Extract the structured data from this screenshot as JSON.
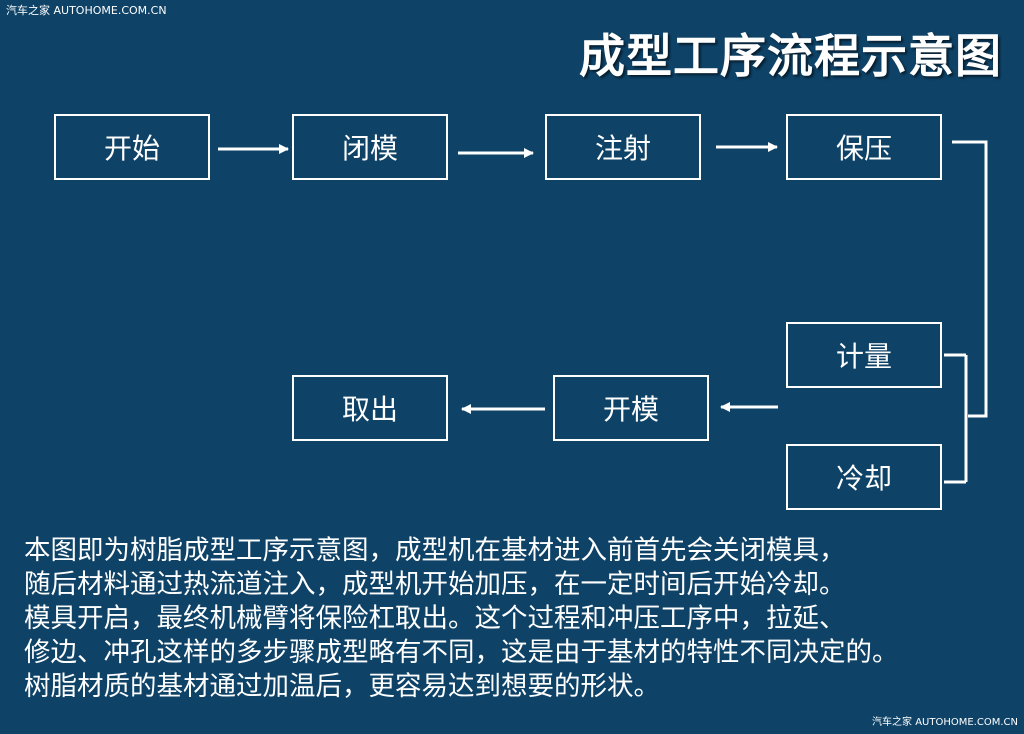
{
  "watermark": {
    "top": "汽车之家 AUTOHOME.COM.CN",
    "bottom": "汽车之家 AUTOHOME.COM.CN"
  },
  "title": "成型工序流程示意图",
  "steps": {
    "start": "开始",
    "close_mold": "闭模",
    "inject": "注射",
    "hold_pressure": "保压",
    "metering": "计量",
    "cooling": "冷却",
    "open_mold": "开模",
    "remove": "取出"
  },
  "description": [
    "本图即为树脂成型工序示意图，成型机在基材进入前首先会关闭模具，",
    "随后材料通过热流道注入，成型机开始加压，在一定时间后开始冷却。",
    "模具开启，最终机械臂将保险杠取出。这个过程和冲压工序中，拉延、",
    "修边、冲孔这样的多步骤成型略有不同，这是由于基材的特性不同决定的。",
    "树脂材质的基材通过加温后，更容易达到想要的形状。"
  ],
  "colors": {
    "background": "#0e4267",
    "foreground": "#ffffff"
  }
}
